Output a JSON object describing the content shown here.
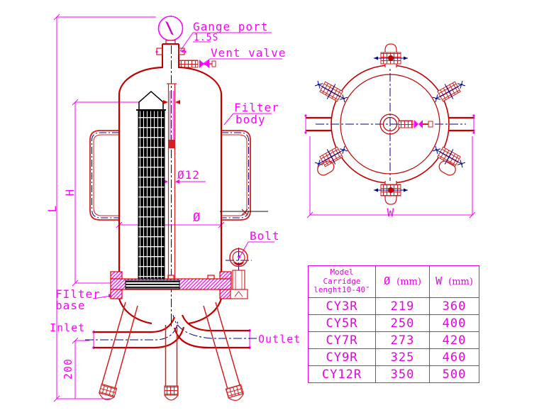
{
  "drawing": {
    "front_labels": {
      "gauge_port": "Gange port",
      "gauge_port_size": "1.5S",
      "vent_valve": "Vent valve",
      "filter_body_1": "Filter",
      "filter_body_2": "body",
      "rod_diameter": "Ø12",
      "body_diameter": "Ø",
      "bolt": "Bolt",
      "filter_base_1": "FIlter",
      "filter_base_2": "base",
      "inlet": "Inlet",
      "outlet": "Outlet",
      "dim_length": "L",
      "dim_height": "H",
      "dim_base_height": "200"
    },
    "top_labels": {
      "dim_width": "W"
    },
    "colors": {
      "dimension": "#ff00ff",
      "outline": "#c00000",
      "detail": "#d02020",
      "centerline": "#00008b",
      "table": "#e800e8"
    }
  },
  "table": {
    "header": {
      "col1_line1": "Model",
      "col1_line2": "Carridge",
      "col1_line3": "lenght10-40″",
      "col2_sym": "Ø",
      "col2_unit": "(mm)",
      "col3_sym": "W",
      "col3_unit": "(mm)"
    },
    "rows": [
      {
        "model": "CY3R",
        "dia": "219",
        "w": "360"
      },
      {
        "model": "CY5R",
        "dia": "250",
        "w": "400"
      },
      {
        "model": "CY7R",
        "dia": "273",
        "w": "420"
      },
      {
        "model": "CY9R",
        "dia": "325",
        "w": "460"
      },
      {
        "model": "CY12R",
        "dia": "350",
        "w": "500"
      }
    ]
  }
}
